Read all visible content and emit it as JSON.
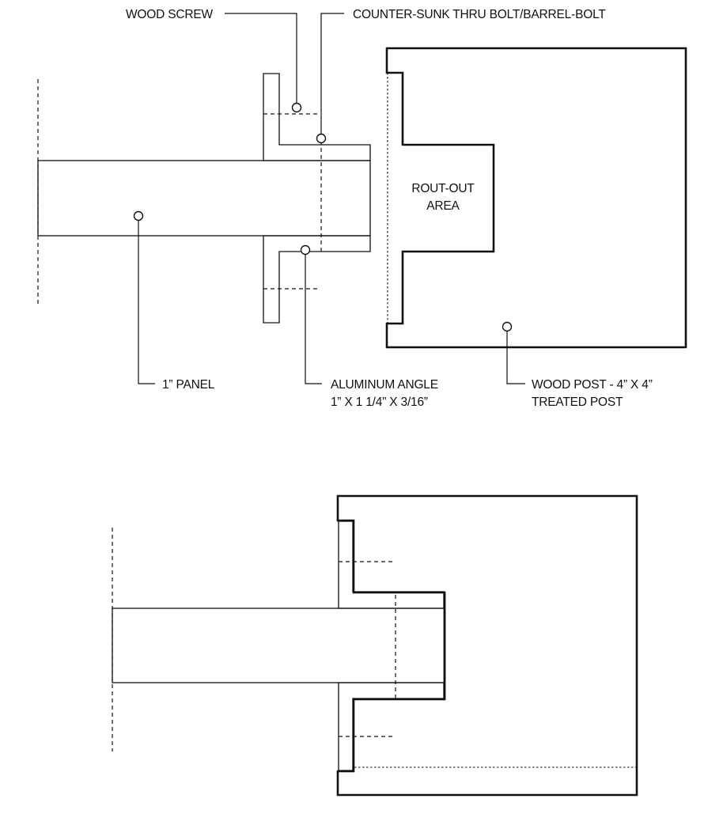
{
  "labels": {
    "wood_screw": "WOOD SCREW",
    "bolt": "COUNTER-SUNK THRU BOLT/BARREL-BOLT",
    "rout_line1": "ROUT-OUT",
    "rout_line2": "AREA",
    "panel": "1” PANEL",
    "angle_line1": "ALUMINUM ANGLE",
    "angle_line2": "1” X 1 1/4” X 3/16”",
    "post_line1": "WOOD POST - 4” X 4”",
    "post_line2": "TREATED POST"
  }
}
